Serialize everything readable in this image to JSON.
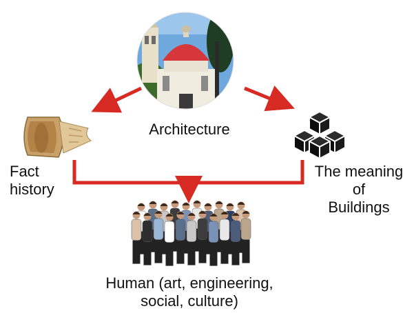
{
  "center": {
    "label": "Architecture",
    "image_icon": "domed-building-photo-icon"
  },
  "left": {
    "line1": "Fact",
    "line2": "history",
    "icon": "ancient-scroll-icon"
  },
  "right": {
    "line1": "The meaning",
    "line2": "of",
    "line3": "Buildings",
    "icon": "stacked-cubes-icon"
  },
  "bottom": {
    "line1": "Human (art, engineering,",
    "line2": "social, culture)",
    "icon": "group-of-people-icon"
  },
  "colors": {
    "arrow": "#d72a23",
    "text": "#111111",
    "cube": "#0d0d0d"
  }
}
